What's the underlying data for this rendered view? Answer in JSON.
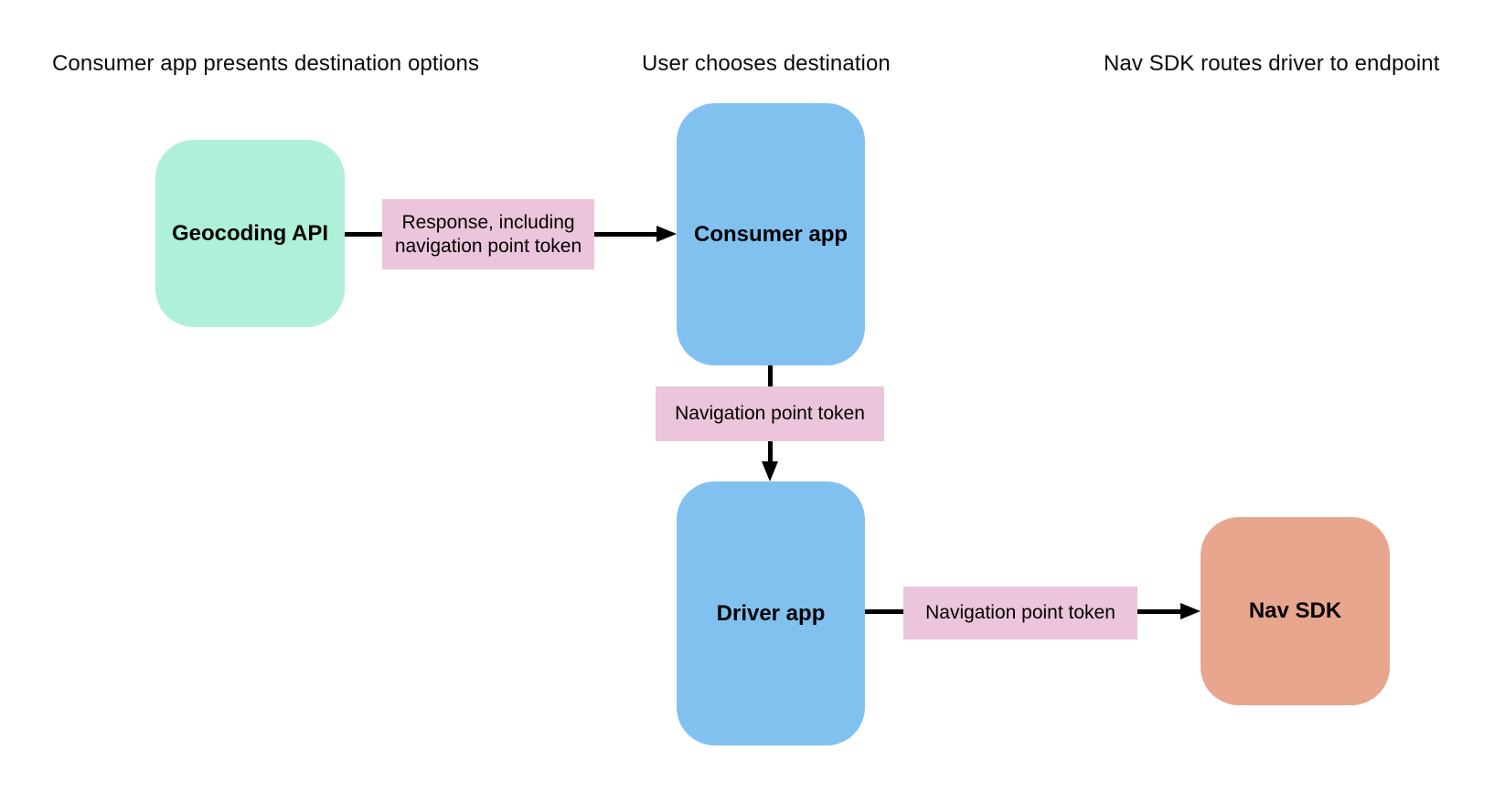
{
  "colors": {
    "background": "#ffffff",
    "text": "#0b0b0b",
    "arrow": "#000000",
    "node_mint": "#aff0d9",
    "node_blue": "#81c1f0",
    "node_salmon": "#e8a68e",
    "edge_label_bg": "#ebc5db"
  },
  "headers": [
    {
      "text": "Consumer app presents destination options"
    },
    {
      "text": "User chooses destination"
    },
    {
      "text": "Nav SDK routes driver to endpoint"
    }
  ],
  "nodes": {
    "geocoding_api": {
      "label": "Geocoding API"
    },
    "consumer_app": {
      "label": "Consumer app"
    },
    "driver_app": {
      "label": "Driver app"
    },
    "nav_sdk": {
      "label": "Nav SDK"
    }
  },
  "edges": {
    "geocoding_to_consumer": {
      "from": "Geocoding API",
      "to": "Consumer app",
      "label": "Response, including navigation point token"
    },
    "consumer_to_driver": {
      "from": "Consumer app",
      "to": "Driver app",
      "label": "Navigation point token"
    },
    "driver_to_navsdk": {
      "from": "Driver app",
      "to": "Nav SDK",
      "label": "Navigation point token"
    }
  }
}
